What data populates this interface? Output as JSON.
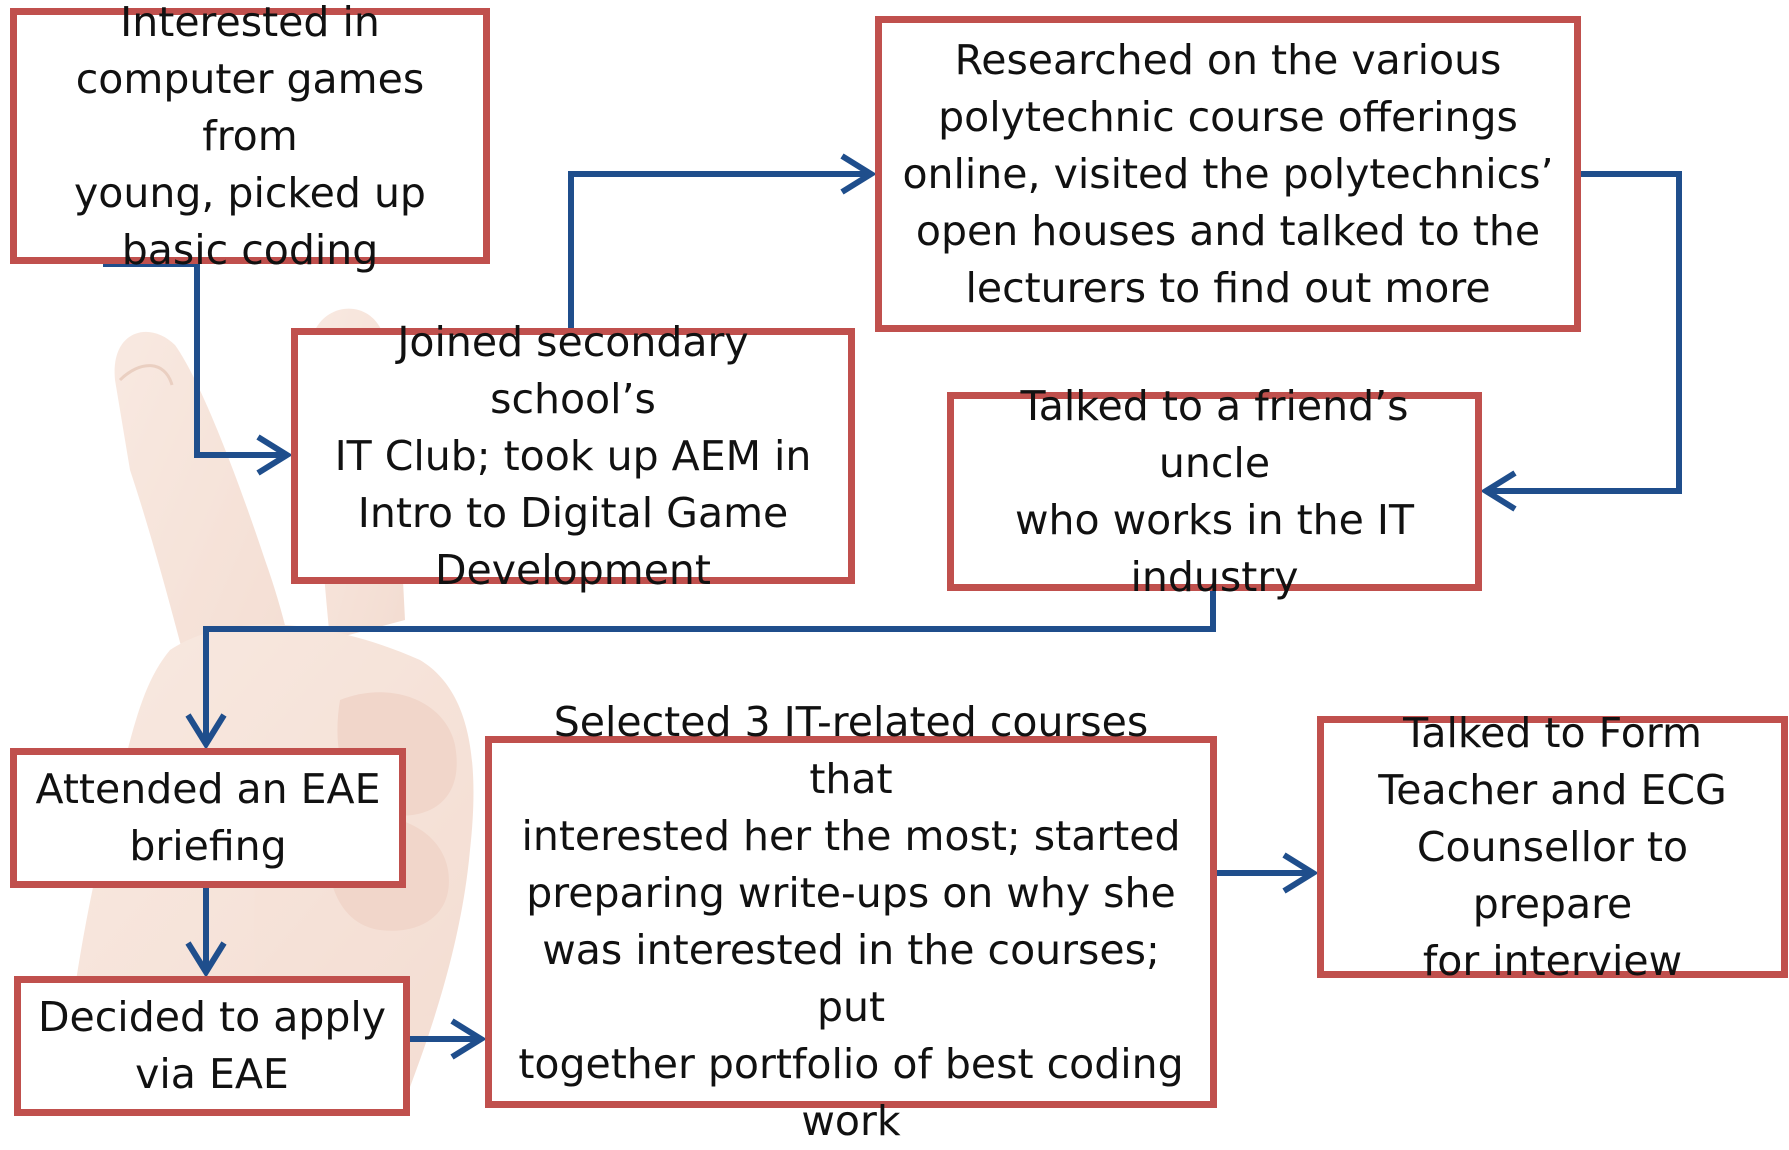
{
  "colors": {
    "box_border": "#c0504d",
    "arrow": "#1f4e8c",
    "text": "#111111",
    "background": "#ffffff",
    "background_hand": "#f2d3c4"
  },
  "icons": {
    "arrowhead": "open-chevron-arrowhead",
    "background": "raised-hand-victory-sign-photo"
  },
  "steps": [
    {
      "text": "Interested in\ncomputer games from\nyoung, picked up\nbasic coding"
    },
    {
      "text": "Joined secondary school’s\nIT Club; took up AEM in\nIntro to Digital Game\nDevelopment"
    },
    {
      "text": "Researched on the various\npolytechnic course offerings\nonline, visited the polytechnics’\nopen houses and talked to the\nlecturers to find out more"
    },
    {
      "text": "Talked to a friend’s uncle\nwho works in the IT\nindustry"
    },
    {
      "text": "Attended an EAE\nbriefing"
    },
    {
      "text": "Decided to apply\nvia EAE"
    },
    {
      "text": "Selected 3 IT-related courses that\ninterested her the most; started\npreparing write-ups on why she\nwas interested in the courses; put\ntogether portfolio of best coding\nwork"
    },
    {
      "text": "Talked to Form\nTeacher and ECG\nCounsellor to prepare\nfor interview"
    }
  ]
}
